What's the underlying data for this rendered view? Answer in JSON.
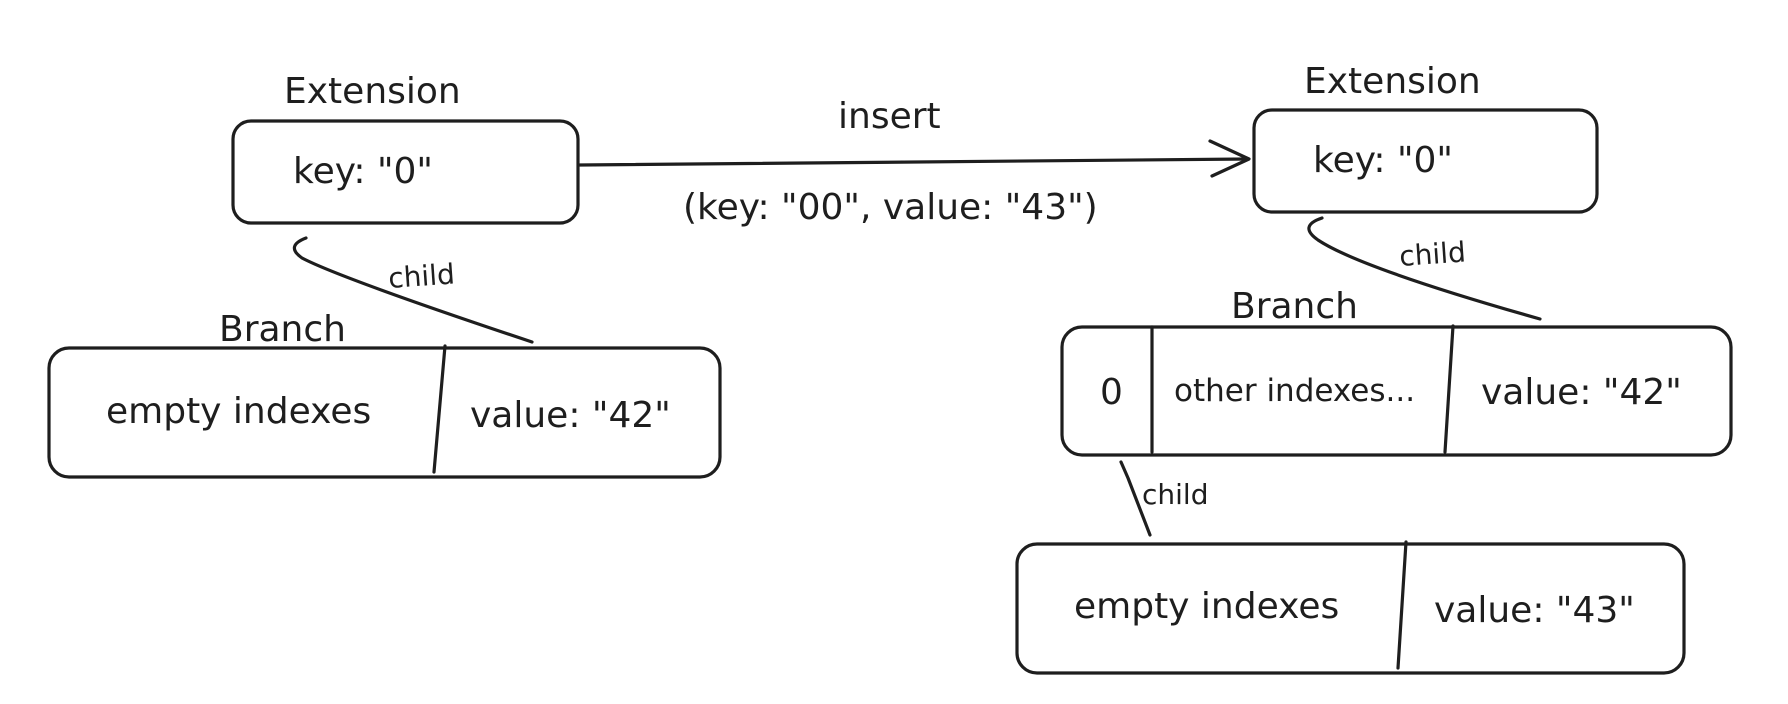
{
  "left_tree": {
    "extension": {
      "title": "Extension",
      "key": "key: \"0\""
    },
    "edge_label": "child",
    "branch": {
      "title": "Branch",
      "indexes": "empty indexes",
      "value": "value: \"42\""
    }
  },
  "operation": {
    "label": "insert",
    "args": "(key: \"00\", value: \"43\")"
  },
  "right_tree": {
    "extension": {
      "title": "Extension",
      "key": "key: \"0\""
    },
    "edge_label_ext_branch": "child",
    "branch": {
      "title": "Branch",
      "index_0": "0",
      "other_indexes": "other indexes...",
      "value": "value: \"42\""
    },
    "edge_label_branch_child": "child",
    "child_branch": {
      "indexes": "empty indexes",
      "value": "value: \"43\""
    }
  },
  "colors": {
    "stroke": "#1e1e1e",
    "background": "#ffffff"
  }
}
